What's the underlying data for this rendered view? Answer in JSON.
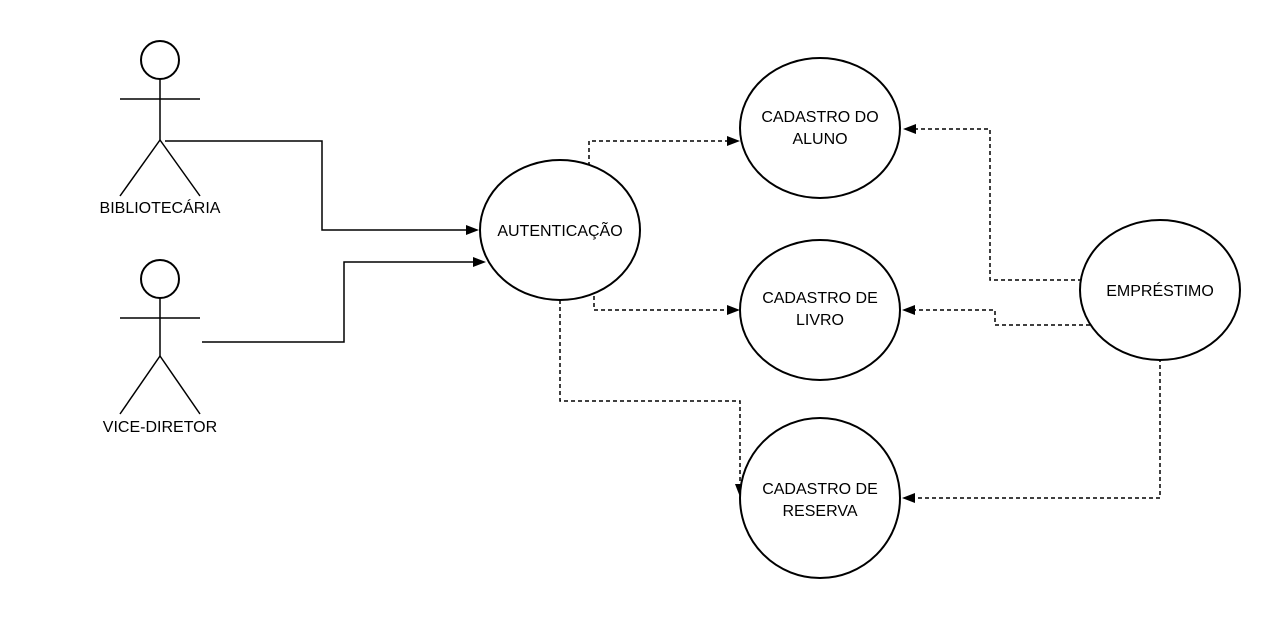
{
  "actors": {
    "bibliotecaria": "BIBLIOTECÁRIA",
    "vice_diretor": "VICE-DIRETOR"
  },
  "use_cases": {
    "autenticacao": "AUTENTICAÇÃO",
    "cadastro_aluno": [
      "CADASTRO DO",
      "ALUNO"
    ],
    "cadastro_livro": [
      "CADASTRO DE",
      "LIVRO"
    ],
    "cadastro_reserva": [
      "CADASTRO DE",
      "RESERVA"
    ],
    "emprestimo": "EMPRÉSTIMO"
  },
  "colors": {
    "stroke": "#000000",
    "fill": "#ffffff"
  }
}
